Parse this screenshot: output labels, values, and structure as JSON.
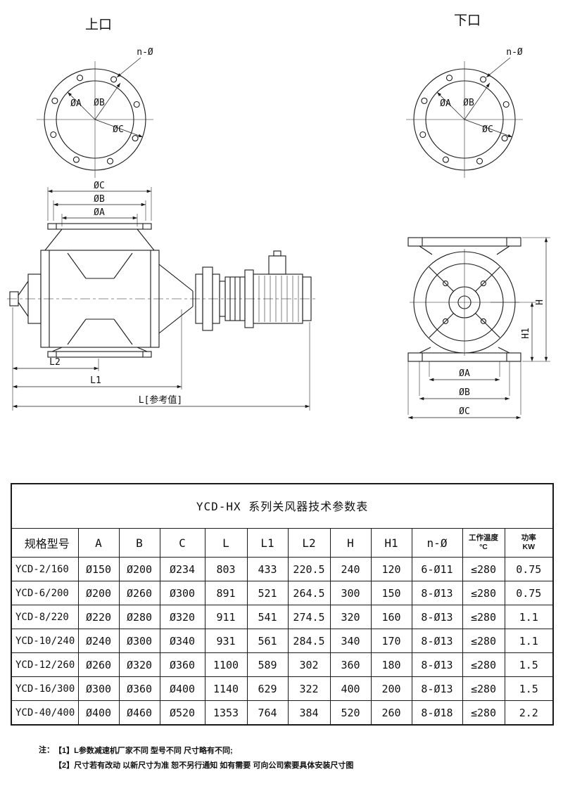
{
  "drawings": {
    "upper_port": {
      "title": "上口",
      "n_label": "n-Ø",
      "a": "ØA",
      "b": "ØB",
      "c": "ØC"
    },
    "lower_port": {
      "title": "下口",
      "n_label": "n-Ø",
      "a": "ØA",
      "b": "ØB",
      "c": "ØC"
    },
    "side_view": {
      "dim_c": "ØC",
      "dim_b": "ØB",
      "dim_a": "ØA",
      "dim_l2": "L2",
      "dim_l1": "L1",
      "dim_l": "L[参考值]"
    },
    "front_view": {
      "dim_h": "H",
      "dim_h1": "H1",
      "dim_a": "ØA",
      "dim_b": "ØB",
      "dim_c": "ØC"
    }
  },
  "table": {
    "title": "YCD-HX 系列关风器技术参数表",
    "columns": [
      {
        "l1": "规格型号"
      },
      {
        "l1": "A"
      },
      {
        "l1": "B"
      },
      {
        "l1": "C"
      },
      {
        "l1": "L"
      },
      {
        "l1": "L1"
      },
      {
        "l1": "L2"
      },
      {
        "l1": "H"
      },
      {
        "l1": "H1"
      },
      {
        "l1": "n-Ø"
      },
      {
        "l1": "工作温度",
        "l2": "°C"
      },
      {
        "l1": "功率",
        "l2": "KW"
      }
    ],
    "rows": [
      [
        "YCD-2/160",
        "Ø150",
        "Ø200",
        "Ø234",
        "803",
        "433",
        "220.5",
        "240",
        "120",
        "6-Ø11",
        "≤280",
        "0.75"
      ],
      [
        "YCD-6/200",
        "Ø200",
        "Ø260",
        "Ø300",
        "891",
        "521",
        "264.5",
        "300",
        "150",
        "8-Ø13",
        "≤280",
        "0.75"
      ],
      [
        "YCD-8/220",
        "Ø220",
        "Ø280",
        "Ø320",
        "911",
        "541",
        "274.5",
        "320",
        "160",
        "8-Ø13",
        "≤280",
        "1.1"
      ],
      [
        "YCD-10/240",
        "Ø240",
        "Ø300",
        "Ø340",
        "931",
        "561",
        "284.5",
        "340",
        "170",
        "8-Ø13",
        "≤280",
        "1.1"
      ],
      [
        "YCD-12/260",
        "Ø260",
        "Ø320",
        "Ø360",
        "1100",
        "589",
        "302",
        "360",
        "180",
        "8-Ø13",
        "≤280",
        "1.5"
      ],
      [
        "YCD-16/300",
        "Ø300",
        "Ø360",
        "Ø400",
        "1140",
        "629",
        "322",
        "400",
        "200",
        "8-Ø13",
        "≤280",
        "1.5"
      ],
      [
        "YCD-40/400",
        "Ø400",
        "Ø460",
        "Ø520",
        "1353",
        "764",
        "384",
        "520",
        "260",
        "8-Ø18",
        "≤280",
        "2.2"
      ]
    ]
  },
  "notes": {
    "prefix": "注：",
    "line1": "【1】L参数减速机厂家不同 型号不同 尺寸略有不同;",
    "line2": "【2】尺寸若有改动 以新尺寸为准 恕不另行通知 如有需要 可向公司索要具体安装尺寸图"
  }
}
